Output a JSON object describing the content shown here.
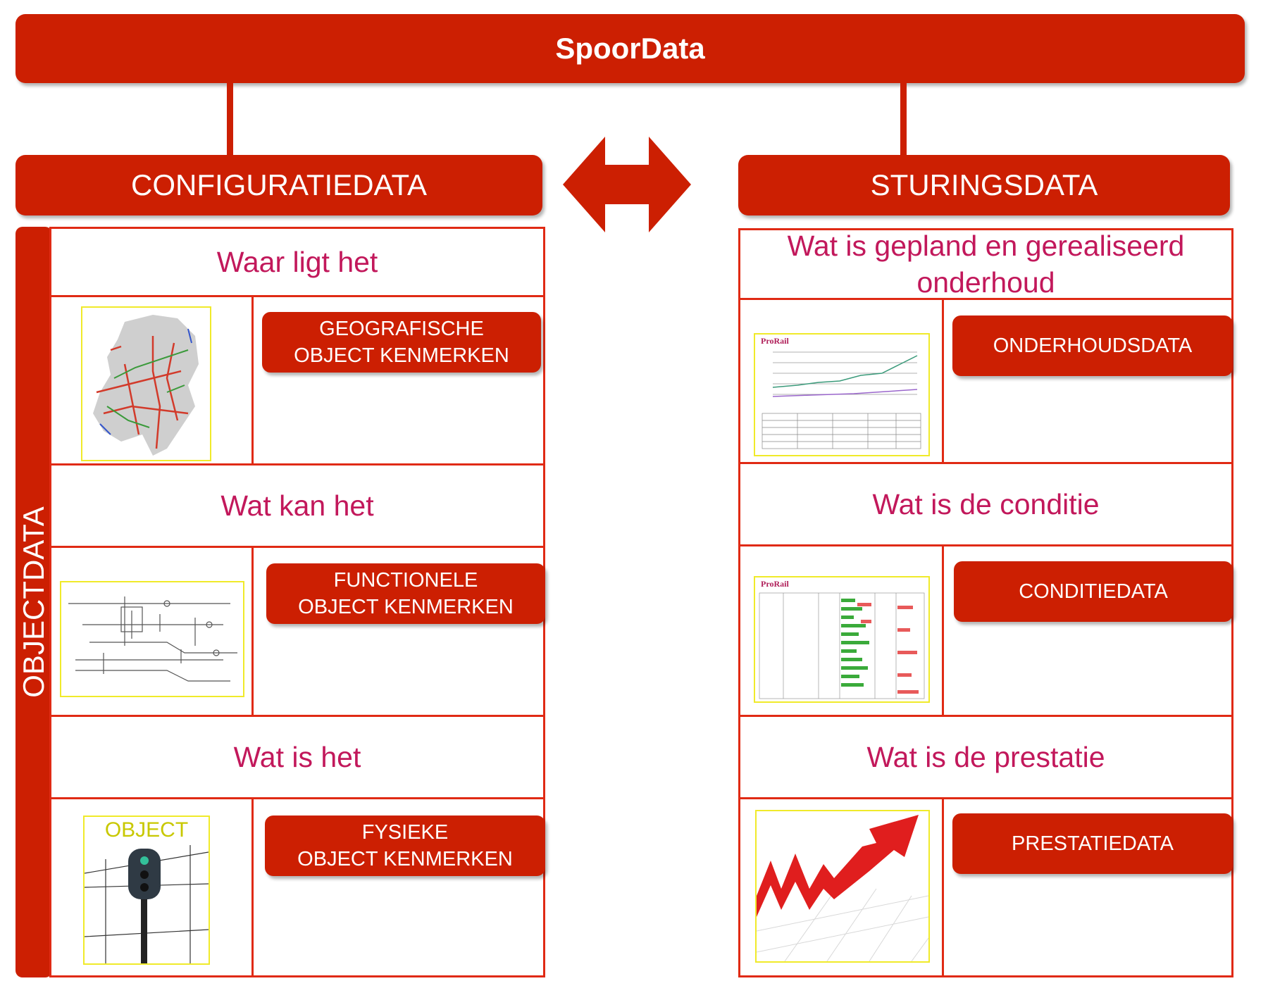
{
  "title": "SpoorData",
  "left": {
    "header": "CONFIGURATIEDATA",
    "side_label": "OBJECTDATA",
    "rows": [
      {
        "question": "Waar ligt het",
        "badge": "GEOGRAFISCHE\nOBJECT KENMERKEN"
      },
      {
        "question": "Wat kan het",
        "badge": "FUNCTIONELE\nOBJECT KENMERKEN"
      },
      {
        "question": "Wat is het",
        "badge": "FYSIEKE\nOBJECT KENMERKEN",
        "image_label": "OBJECT"
      }
    ]
  },
  "right": {
    "header": "STURINGSDATA",
    "rows": [
      {
        "question": "Wat is gepland en gerealiseerd onderhoud",
        "badge": "ONDERHOUDSDATA",
        "thumb_logo": "ProRail"
      },
      {
        "question": "Wat is de conditie",
        "badge": "CONDITIEDATA",
        "thumb_logo": "ProRail"
      },
      {
        "question": "Wat is de prestatie",
        "badge": "PRESTATIEDATA"
      }
    ]
  },
  "colors": {
    "brand_red": "#cc1f02",
    "question_text": "#c2185b",
    "thumb_border": "#f0ea2a"
  },
  "icons": {
    "center": "double-arrow-icon"
  }
}
